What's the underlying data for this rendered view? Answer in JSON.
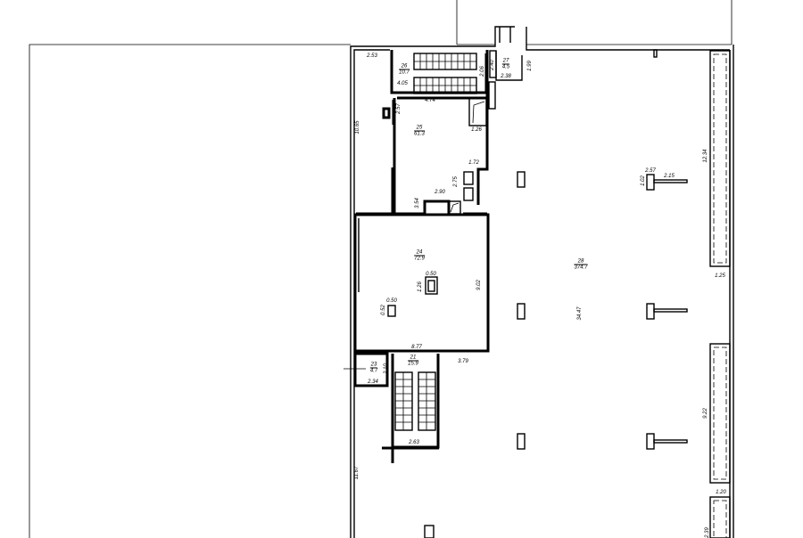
{
  "rooms": [
    {
      "id": "26",
      "area": "10.7"
    },
    {
      "id": "25",
      "area": "61.3"
    },
    {
      "id": "27",
      "area": "4.5"
    },
    {
      "id": "24",
      "area": "72.9"
    },
    {
      "id": "28",
      "area": "374.7"
    },
    {
      "id": "23",
      "area": "4.7"
    },
    {
      "id": "21",
      "area": "15.9"
    }
  ],
  "dimensions": {
    "d_253": "2.53",
    "d_405": "4.05",
    "d_474": "4.74",
    "d_257a": "2.57",
    "d_1065": "10.65",
    "d_126a": "1.26",
    "d_172": "1.72",
    "d_275": "2.75",
    "d_290": "2.90",
    "d_354": "3.54",
    "d_206": "2.06",
    "d_240": "2.40",
    "d_238": "2.38",
    "d_199": "1.99",
    "d_1234": "12.34",
    "d_257b": "2.57",
    "d_102": "1.02",
    "d_215": "2.15",
    "d_125": "1.25",
    "d_050a": "0.50",
    "d_126b": "1.26",
    "d_902": "9.02",
    "d_050b": "0.50",
    "d_052": "0.52",
    "d_3447": "34.47",
    "d_877": "8.77",
    "d_210": "2.10",
    "d_234": "2.34",
    "d_379": "3.79",
    "d_263": "2.63",
    "d_922": "9.22",
    "d_120": "1.20",
    "d_1167": "11.67",
    "d_239": "2.39"
  }
}
